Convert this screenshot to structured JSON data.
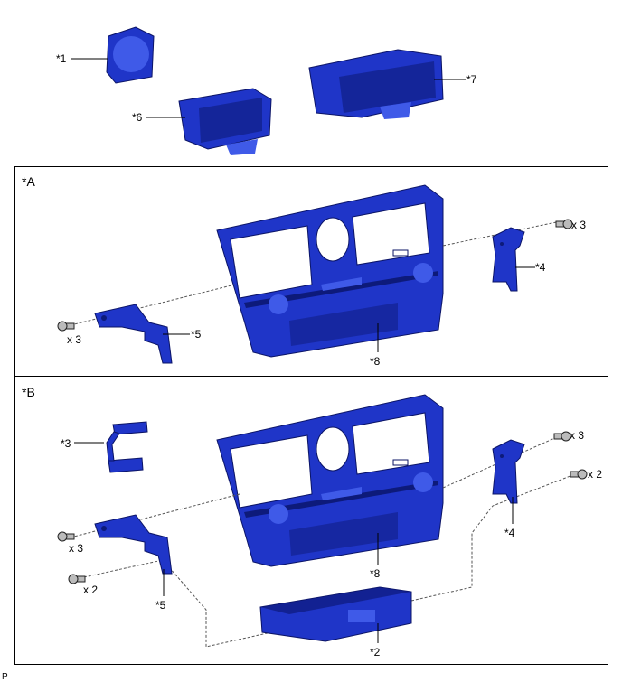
{
  "top_parts": {
    "label_1": "*1",
    "label_6": "*6",
    "label_7": "*7"
  },
  "section_a": {
    "title": "*A",
    "label_4": "*4",
    "label_5": "*5",
    "label_8": "*8",
    "screw_right_qty": "x 3",
    "screw_left_qty": "x 3"
  },
  "section_b": {
    "title": "*B",
    "label_2": "*2",
    "label_3": "*3",
    "label_4": "*4",
    "label_5": "*5",
    "label_8": "*8",
    "screw_right_upper_qty": "x 3",
    "screw_right_lower_qty": "x 2",
    "screw_left_upper_qty": "x 3",
    "screw_left_lower_qty": "x 2"
  },
  "footer_code": "P",
  "colors": {
    "part": "#1f35c8",
    "outline": "#0b1466"
  }
}
